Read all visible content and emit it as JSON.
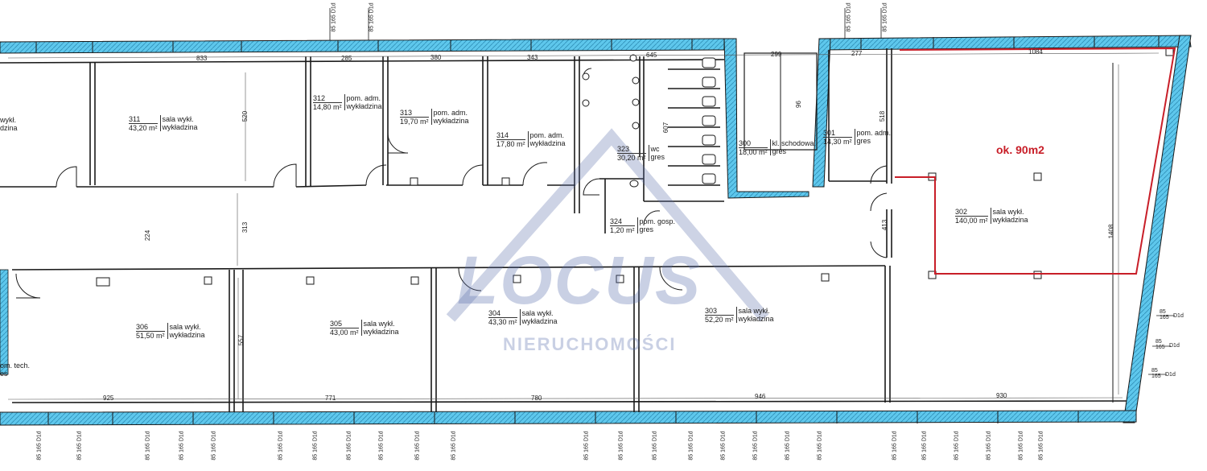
{
  "callout": {
    "text": "ok. 90m2",
    "color": "#c81e28"
  },
  "watermark": {
    "logo": "LOCUS",
    "subtitle": "NIERUCHOMOŚCI",
    "color": "#586eaa"
  },
  "rooms": [
    {
      "id": "room-311",
      "number": "311",
      "area": "43,20 m²",
      "use": "sala wykł.",
      "finish": "wykładzina"
    },
    {
      "id": "room-312",
      "number": "312",
      "area": "14,80 m²",
      "use": "pom. adm.",
      "finish": "wykładzina"
    },
    {
      "id": "room-313",
      "number": "313",
      "area": "19,70 m²",
      "use": "pom. adm.",
      "finish": "wykładzina"
    },
    {
      "id": "room-314",
      "number": "314",
      "area": "17,80 m²",
      "use": "pom. adm.",
      "finish": "wykładzina"
    },
    {
      "id": "room-323",
      "number": "323",
      "area": "30,20 m²",
      "use": "wc",
      "finish": "gres"
    },
    {
      "id": "room-300",
      "number": "300",
      "area": "18,00 m²",
      "use": "kl. schodowa",
      "finish": "gres"
    },
    {
      "id": "room-301",
      "number": "301",
      "area": "14,30 m²",
      "use": "pom. adm.",
      "finish": "gres"
    },
    {
      "id": "room-302",
      "number": "302",
      "area": "140,00 m²",
      "use": "sala wykł.",
      "finish": "wykładzina"
    },
    {
      "id": "room-324",
      "number": "324",
      "area": "1,20 m²",
      "use": "pom. gosp.",
      "finish": "gres"
    },
    {
      "id": "room-306",
      "number": "306",
      "area": "51,50 m²",
      "use": "sala wykł.",
      "finish": "wykładzina"
    },
    {
      "id": "room-305",
      "number": "305",
      "area": "43,00 m²",
      "use": "sala wykł.",
      "finish": "wykładzina"
    },
    {
      "id": "room-304",
      "number": "304",
      "area": "43,30 m²",
      "use": "sala wykł.",
      "finish": "wykładzina"
    },
    {
      "id": "room-303",
      "number": "303",
      "area": "52,20 m²",
      "use": "sala wykł.",
      "finish": "wykładzina"
    }
  ],
  "partial_left": {
    "top": "wykł.",
    "top2": "dzina",
    "bottom": "om. tech.",
    "bottom2": "es"
  },
  "dimensions": {
    "top": [
      "833",
      "285",
      "380",
      "343",
      "645",
      "299",
      "277",
      "1084"
    ],
    "bottom": [
      "925",
      "771",
      "780",
      "946",
      "930"
    ],
    "vertical": [
      "520",
      "313",
      "557",
      "224",
      "607",
      "518",
      "413",
      "1408",
      "96"
    ]
  },
  "window_tag": {
    "line1": "85",
    "line2": "165",
    "code": "D1d"
  }
}
